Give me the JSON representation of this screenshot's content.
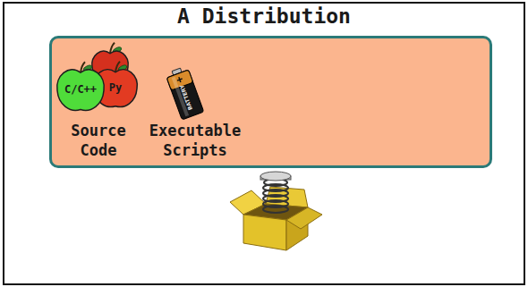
{
  "diagram": {
    "title": "A Distribution",
    "nodes": [
      {
        "text": [
          "Source Code",
          "Executable Scripts"
        ]
      },
      {
        "text": [
          "C/C++"
        ],
        "in": 0
      },
      {
        "text": [
          "Py"
        ],
        "in": 0
      }
    ],
    "labels": [
      "BATTERY"
    ]
  }
}
